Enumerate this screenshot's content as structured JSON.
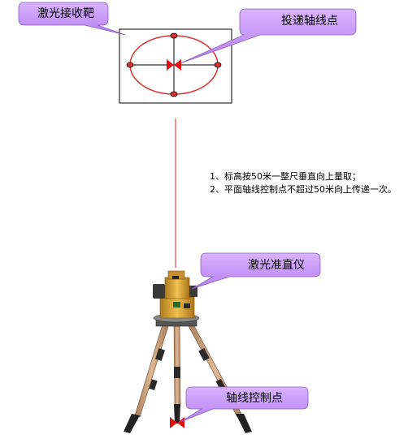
{
  "labels": {
    "target": "激光接收靶",
    "transfer_point": "投递轴线点",
    "laser_plummet": "激光准直仪",
    "control_point": "轴线控制点"
  },
  "notes": [
    "1、标高按50米一整尺垂直向上量取；",
    "2、平面轴线控制点不超过50米向上传递一次。"
  ],
  "colors": {
    "callout_fill": "#cc99ff",
    "laser": "#e05050",
    "target_circle": "#e03030",
    "marker": "#e01010",
    "instrument_body": "#d9a030",
    "tripod_leg": "#c89a70"
  }
}
